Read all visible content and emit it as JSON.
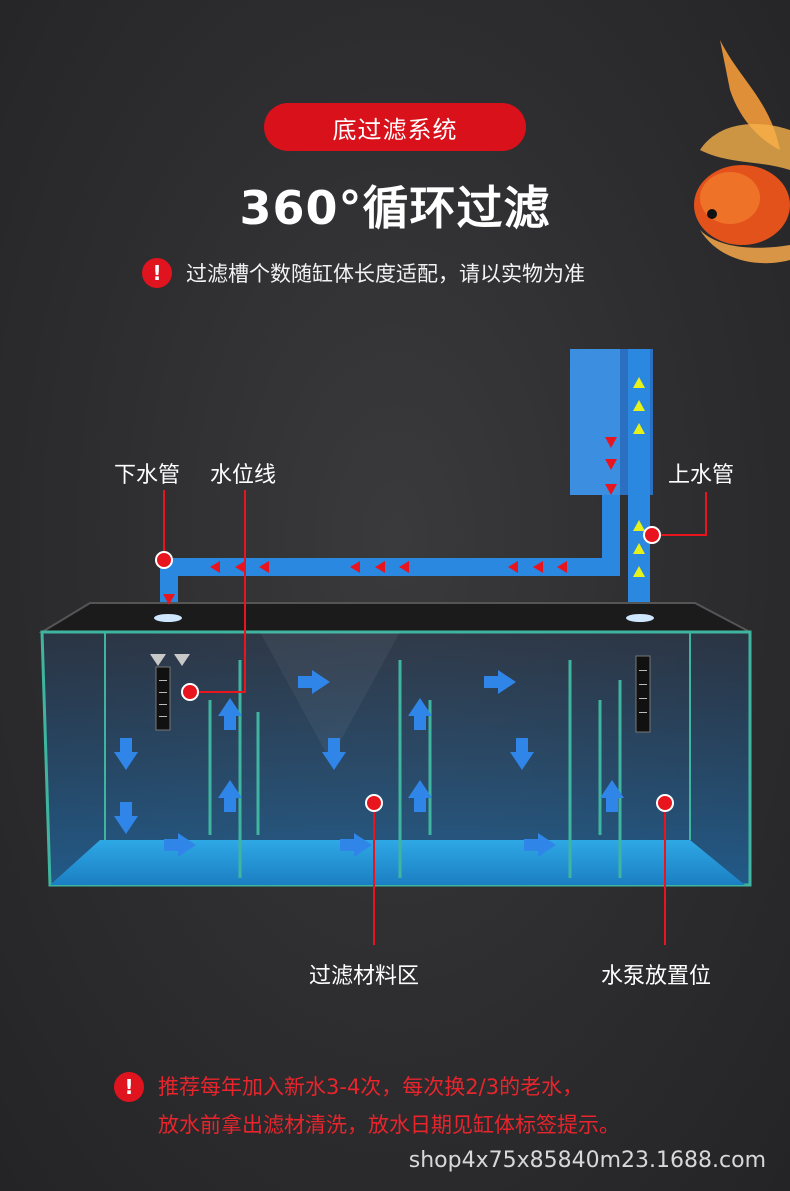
{
  "header": {
    "badge": "底过滤系统",
    "title": "360°循环过滤",
    "notice": "过滤槽个数随缸体长度适配，请以实物为准",
    "notice_icon": "exclamation-icon"
  },
  "diagram_labels": {
    "drain_pipe": "下水管",
    "water_level": "水位线",
    "inlet_pipe": "上水管",
    "filter_zone": "过滤材料区",
    "pump_slot": "水泵放置位"
  },
  "footer": {
    "notice_line1": "推荐每年加入新水3-4次，每次换2/3的老水，",
    "notice_line2": "放水前拿出滤材清洗，放水日期见缸体标签提示。",
    "watermark": "shop4x75x85840m23.1688.com"
  },
  "colors": {
    "accent_red": "#d8111b",
    "pipe_blue": "#2b88e0",
    "flow_arrow_yellow": "#e6f21c"
  }
}
